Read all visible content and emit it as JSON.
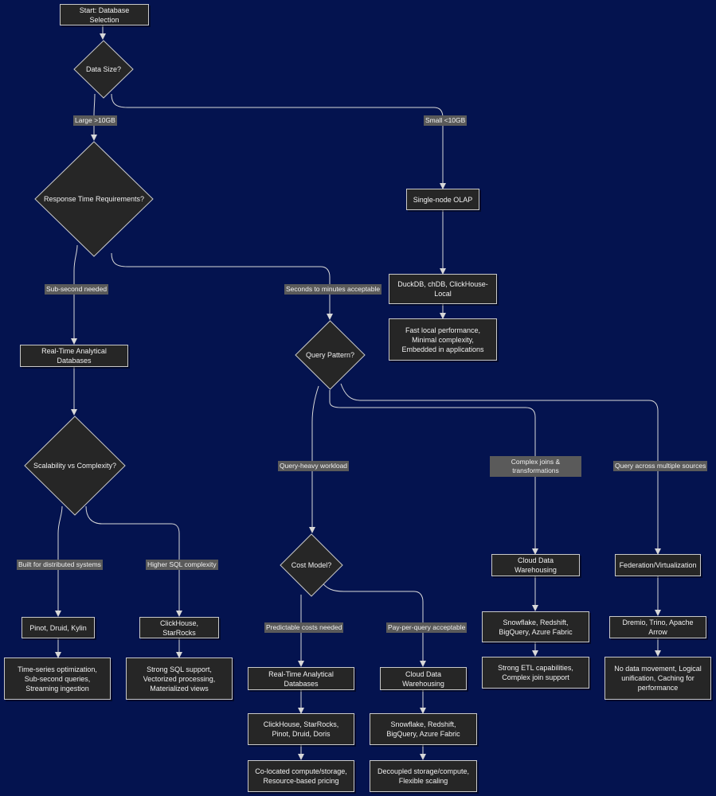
{
  "nodes": {
    "start": "Start: Database Selection",
    "data_size": "Data Size?",
    "response_time": "Response Time Requirements?",
    "single_node_olap": "Single-node OLAP",
    "duckdb_options": "DuckDB, chDB, ClickHouse-Local",
    "duckdb_benefits": "Fast local performance, Minimal complexity, Embedded in applications",
    "realtime_db": "Real-Time Analytical Databases",
    "query_pattern": "Query Pattern?",
    "scalability": "Scalability vs Complexity?",
    "pinot_options": "Pinot, Druid, Kylin",
    "pinot_benefits": "Time-series optimization, Sub-second queries, Streaming ingestion",
    "clickhouse_options": "ClickHouse, StarRocks",
    "clickhouse_benefits": "Strong SQL support, Vectorized processing, Materialized views",
    "cost_model": "Cost Model?",
    "realtime_db_2": "Real-Time Analytical Databases",
    "realtime_options_2": "ClickHouse, StarRocks, Pinot, Druid, Doris",
    "realtime_benefits_2": "Co-located compute/storage, Resource-based pricing",
    "cloud_dw_2": "Cloud Data Warehousing",
    "cloud_options_2": "Snowflake, Redshift, BigQuery, Azure Fabric",
    "cloud_benefits_2": "Decoupled storage/compute, Flexible scaling",
    "cloud_dw": "Cloud Data Warehousing",
    "cloud_options": "Snowflake, Redshift, BigQuery, Azure Fabric",
    "cloud_benefits": "Strong ETL capabilities, Complex join support",
    "federation": "Federation/Virtualization",
    "federation_options": "Dremio, Trino, Apache Arrow",
    "federation_benefits": "No data movement, Logical unification, Caching for performance"
  },
  "edge_labels": {
    "large": "Large >10GB",
    "small": "Small <10GB",
    "sub_second": "Sub-second needed",
    "seconds_minutes": "Seconds to minutes acceptable",
    "built_distributed": "Built for distributed systems",
    "higher_sql": "Higher SQL complexity",
    "query_heavy": "Query-heavy workload",
    "complex_joins": "Complex joins & transformations",
    "query_multiple": "Query across multiple sources",
    "predictable_costs": "Predictable costs needed",
    "pay_per_query": "Pay-per-query acceptable"
  },
  "colors": {
    "background": "#04134f",
    "node_fill": "#262626",
    "node_border": "#c9c9c9",
    "edge": "#d8d8d8",
    "edge_label_bg": "#5a5a5a",
    "text": "#f0f0f0"
  }
}
